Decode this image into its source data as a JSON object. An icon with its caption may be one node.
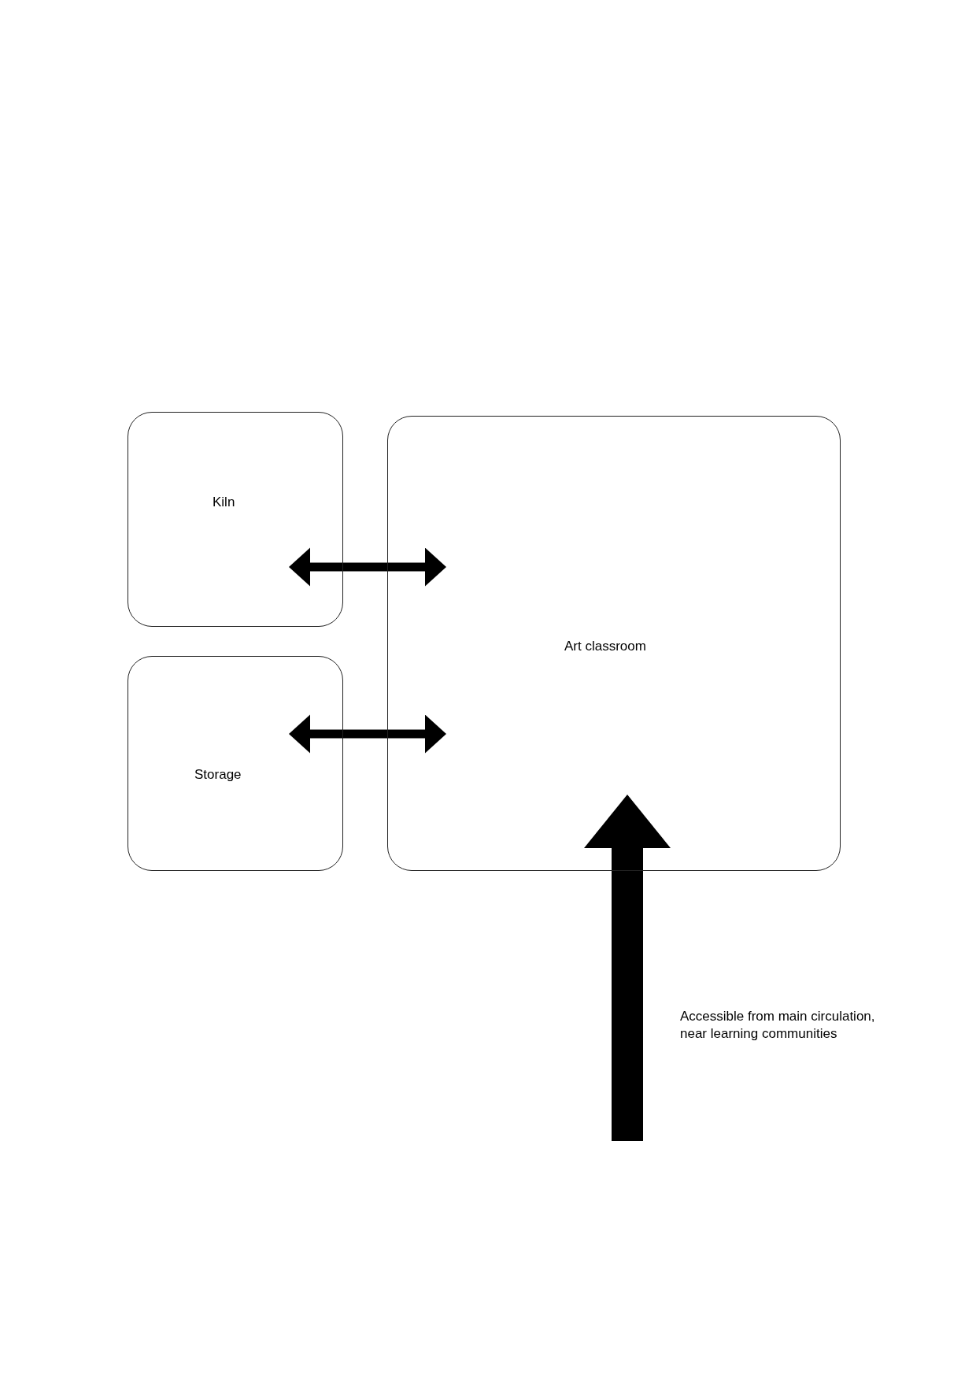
{
  "diagram": {
    "nodes": [
      {
        "text": [
          "Kiln"
        ]
      },
      {
        "text": [
          "Storage"
        ]
      },
      {
        "text": [
          "Art classroom"
        ]
      }
    ],
    "edges": [
      {
        "from": 0,
        "to": 2,
        "arrow": "both"
      },
      {
        "from": 1,
        "to": 2,
        "arrow": "both"
      },
      {
        "from": null,
        "to": 2,
        "arrow": "to",
        "style": "thick"
      }
    ],
    "labels": [
      "Accessible from main circulation, near learning communities"
    ]
  }
}
